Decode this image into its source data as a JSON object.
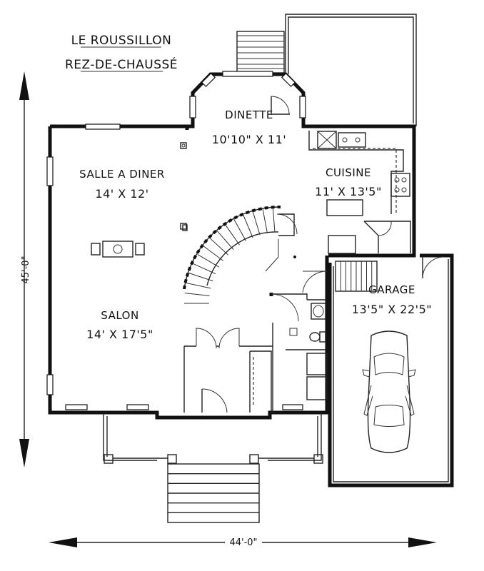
{
  "plan": {
    "title_line1": "LE ROUSSILLON",
    "title_line2": "REZ-DE-CHAUSSÉ"
  },
  "rooms": {
    "dinette": {
      "name": "DINETTE",
      "dims": "10'10\" X 11'"
    },
    "salle_a_diner": {
      "name": "SALLE A DINER",
      "dims": "14' X 12'"
    },
    "cuisine": {
      "name": "CUISINE",
      "dims": "11' X 13'5\""
    },
    "salon": {
      "name": "SALON",
      "dims": "14' X 17'5\""
    },
    "garage": {
      "name": "GARAGE",
      "dims": "13'5\" X 22'5\""
    }
  },
  "dimensions": {
    "depth": "45'-0\"",
    "width": "44'-0\""
  }
}
